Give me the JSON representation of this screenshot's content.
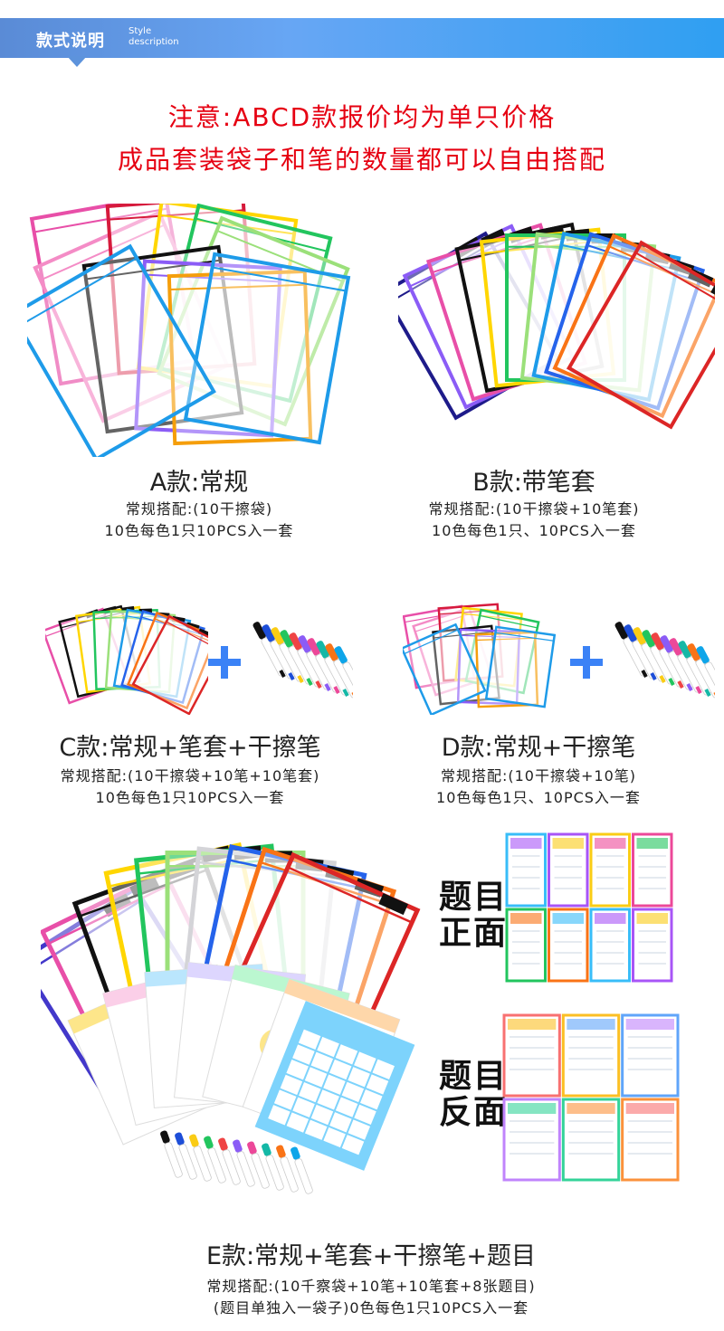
{
  "header": {
    "title": "款式说明",
    "sub_line1": "Style",
    "sub_line2": "description",
    "accent": "#5a8bd6"
  },
  "notice": {
    "line1": "注意:ABCD款报价均为单只价格",
    "line2": "成品套装袋子和笔的数量都可以自由搭配",
    "color": "#e60012"
  },
  "options": {
    "a": {
      "title": "A款:常规",
      "line1": "常规搭配:(10干擦袋)",
      "line2": "10色每色1只10PCS入一套"
    },
    "b": {
      "title": "B款:带笔套",
      "line1": "常规搭配:(10干擦袋+10笔套)",
      "line2": "10色每色1只、10PCS入一套"
    },
    "c": {
      "title": "C款:常规+笔套+干擦笔",
      "line1": "常规搭配:(10干擦袋+10笔+10笔套)",
      "line2": "10色每色1只10PCS入一套"
    },
    "d": {
      "title": "D款:常规+干擦笔",
      "line1": "常规搭配:(10干擦袋+10笔)",
      "line2": "10色每色1只、10PCS入一套"
    },
    "e": {
      "title": "E款:常规+笔套+干擦笔+题目",
      "line1": "常规搭配:(10千察袋+10笔+10笔套+8张题目)",
      "line2": "(题目单独入一袋子)0色每色1只10PCS入一套"
    }
  },
  "worksheets": {
    "front_label": "题目正面",
    "front_l1": "题目",
    "front_l2": "正面",
    "back_label": "题目反面",
    "back_l1": "题目",
    "back_l2": "反面"
  },
  "sleeve_colors": [
    "#e84fa8",
    "#f48cc6",
    "#d61a3c",
    "#ffd600",
    "#22c55e",
    "#9be07a",
    "#111111",
    "#8b5cf6",
    "#f59e0b",
    "#1e9be9"
  ],
  "pen_colors": [
    "#111111",
    "#1d4ed8",
    "#facc15",
    "#22c55e",
    "#ef4444",
    "#8b5cf6",
    "#ec4899",
    "#14b8a6",
    "#f97316",
    "#0ea5e9"
  ]
}
